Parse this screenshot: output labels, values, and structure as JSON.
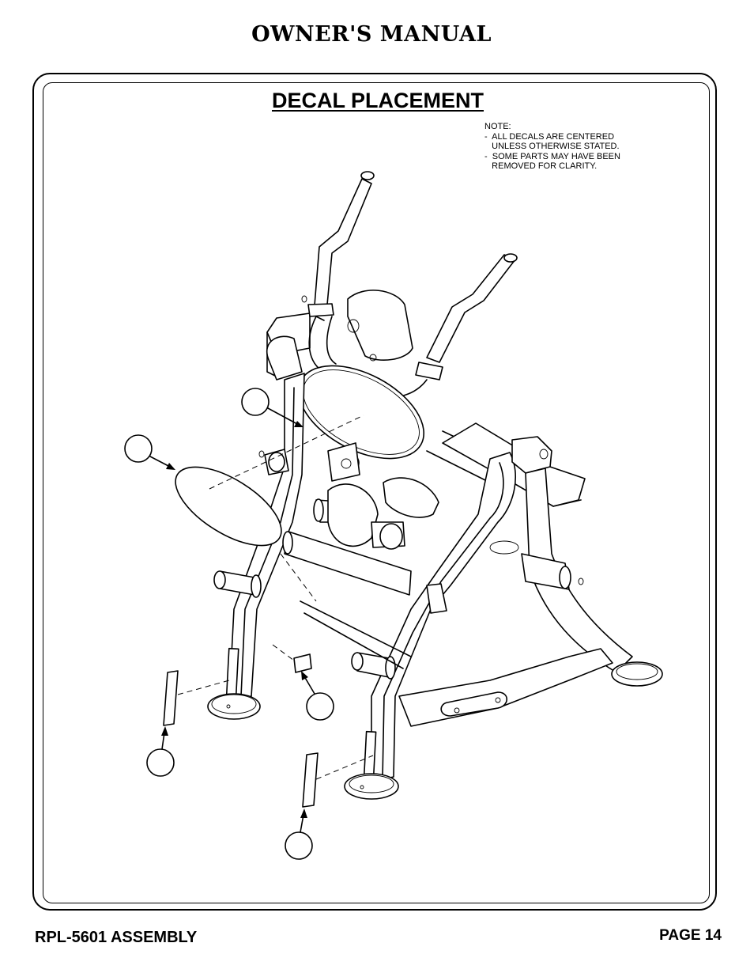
{
  "header": {
    "title": "OWNER'S MANUAL"
  },
  "section": {
    "title": "DECAL PLACEMENT"
  },
  "note": {
    "lines": [
      "NOTE:",
      "-  ALL DECALS ARE CENTERED",
      "   UNLESS OTHERWISE STATED.",
      "-  SOME PARTS MAY HAVE BEEN",
      "   REMOVED FOR CLARITY."
    ]
  },
  "footer": {
    "left": "RPL-5601 ASSEMBLY",
    "right": "PAGE 14"
  }
}
